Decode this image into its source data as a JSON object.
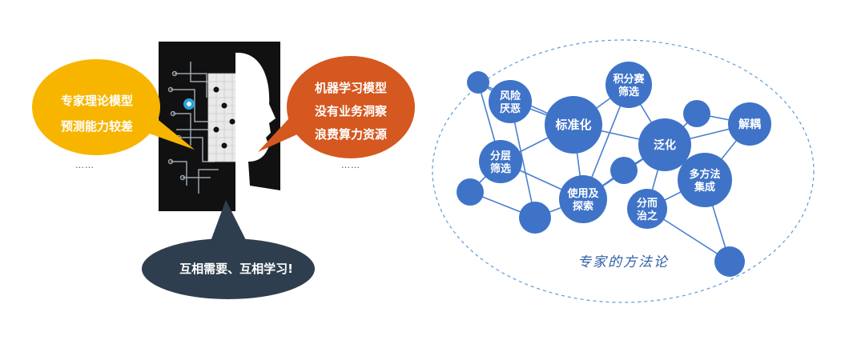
{
  "left_panel": {
    "yellow_bubble": {
      "line1": "专家理论模型",
      "line2": "预测能力较差",
      "color": "#F7B500"
    },
    "orange_bubble": {
      "line1": "机器学习模型",
      "line2": "没有业务洞察",
      "line3": "浪费算力资源",
      "color": "#D4581F"
    },
    "navy_bubble": {
      "text": "互相需要、互相学习!",
      "color": "#2F3E4E"
    },
    "ellipsis_left": "……",
    "ellipsis_right": "……"
  },
  "right_panel": {
    "caption": "专家的方法论",
    "node_color": "#3F73C8",
    "nodes": {
      "risk": [
        "风险",
        "厌恶"
      ],
      "score": [
        "积分赛",
        "筛选"
      ],
      "standard": [
        "标准化"
      ],
      "generalize": [
        "泛化"
      ],
      "decouple": [
        "解耦"
      ],
      "layer": [
        "分层",
        "筛选"
      ],
      "explore": [
        "使用及",
        "探索"
      ],
      "divide": [
        "分而",
        "治之"
      ],
      "integrate": [
        "多方法",
        "集成"
      ]
    }
  }
}
